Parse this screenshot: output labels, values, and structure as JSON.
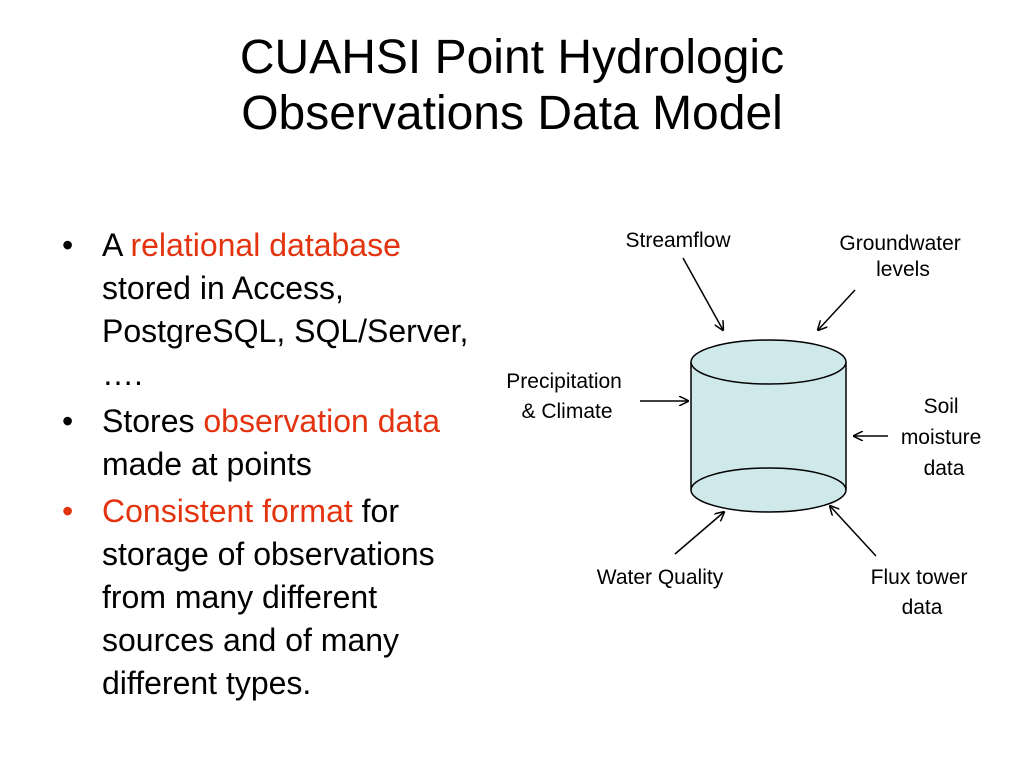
{
  "title": {
    "line1": "CUAHSI Point Hydrologic",
    "line2": "Observations Data Model"
  },
  "bullets": [
    {
      "marker": "•",
      "marker_color": "#000000",
      "parts": [
        {
          "text": "A ",
          "color": "#000000"
        },
        {
          "text": "relational database",
          "color": "#e3330f"
        },
        {
          "text": " stored in Access, PostgreSQL, SQL/Server, ….",
          "color": "#000000"
        }
      ]
    },
    {
      "marker": "•",
      "marker_color": "#000000",
      "parts": [
        {
          "text": "Stores ",
          "color": "#000000"
        },
        {
          "text": "observation data",
          "color": "#e3330f"
        },
        {
          "text": " made at points",
          "color": "#000000"
        }
      ]
    },
    {
      "marker": "•",
      "marker_color": "#e3330f",
      "parts": [
        {
          "text": "Consistent format",
          "color": "#e3330f"
        },
        {
          "text": " for storage of observations from many different sources and of many different types.",
          "color": "#000000"
        }
      ]
    }
  ],
  "diagram": {
    "cylinder_fill": "#cfe8ea",
    "labels": {
      "streamflow": [
        "Streamflow"
      ],
      "groundwater": [
        "Groundwater",
        "levels"
      ],
      "precipitation": [
        "Precipitation",
        "& Climate"
      ],
      "soil": [
        "Soil",
        "moisture",
        "data"
      ],
      "water_quality": [
        "Water Quality"
      ],
      "flux": [
        "Flux tower",
        "data"
      ]
    }
  }
}
